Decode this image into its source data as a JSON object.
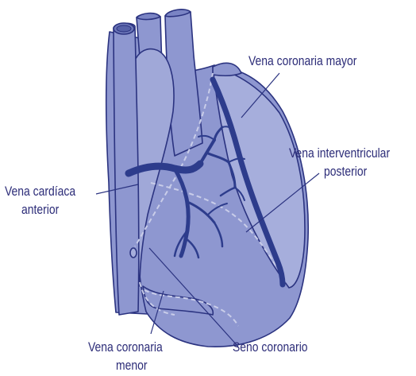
{
  "colors": {
    "heart_fill": "#8e97d0",
    "heart_fill_light": "#a6aedc",
    "heart_fill_dark": "#7a84c4",
    "outline": "#2b3380",
    "vein": "#2d3c8c",
    "dashed": "#c9cde9",
    "label_text": "#2c2c78"
  },
  "labels": {
    "vena_coronaria_mayor": "Vena coronaria mayor",
    "vena_interventricular_posterior_line1": "Vena interventricular",
    "vena_interventricular_posterior_line2": "posterior",
    "vena_cardiaca_anterior_line1": "Vena cardíaca",
    "vena_cardiaca_anterior_line2": "anterior",
    "vena_coronaria_menor_line1": "Vena coronaria",
    "vena_coronaria_menor_line2": "menor",
    "seno_coronario": "Seno coronario"
  }
}
